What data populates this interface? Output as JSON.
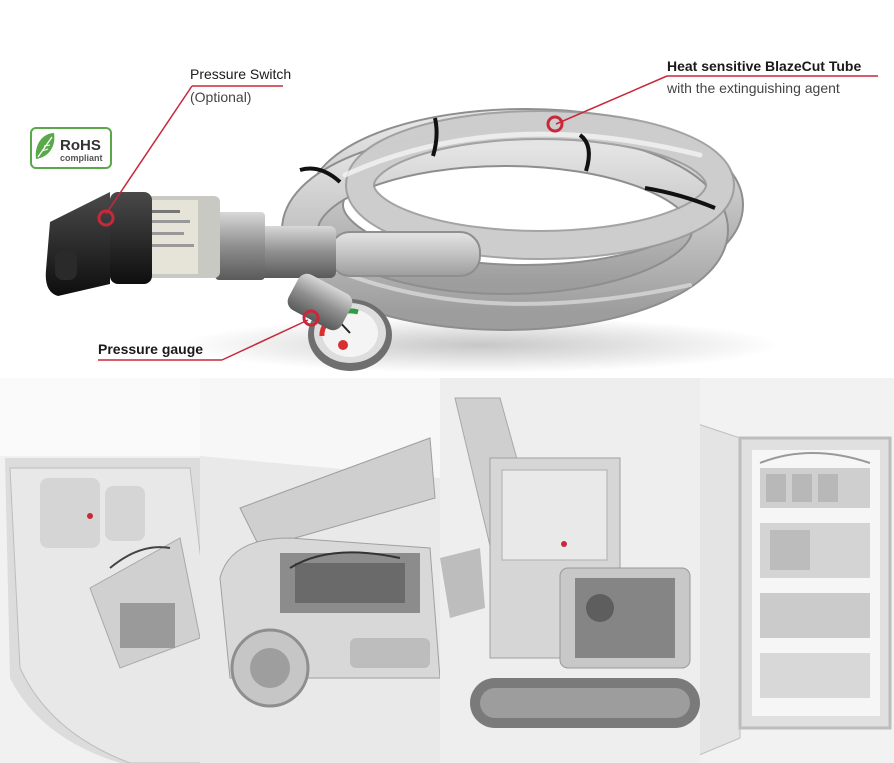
{
  "callouts": {
    "pressure_switch": {
      "title": "Pressure Switch",
      "subtitle": "(Optional)"
    },
    "blazecut_tube": {
      "title": "Heat sensitive BlazeCut Tube",
      "subtitle": "with the extinguishing agent"
    },
    "pressure_gauge": {
      "title": "Pressure gauge"
    }
  },
  "badge": {
    "line1": "RoHS",
    "line2": "compliant",
    "icon": "leaf-icon"
  },
  "colors": {
    "callout_red": "#c8283a",
    "tube_gray": "#c9c9c9",
    "badge_green": "#5aa84a"
  }
}
